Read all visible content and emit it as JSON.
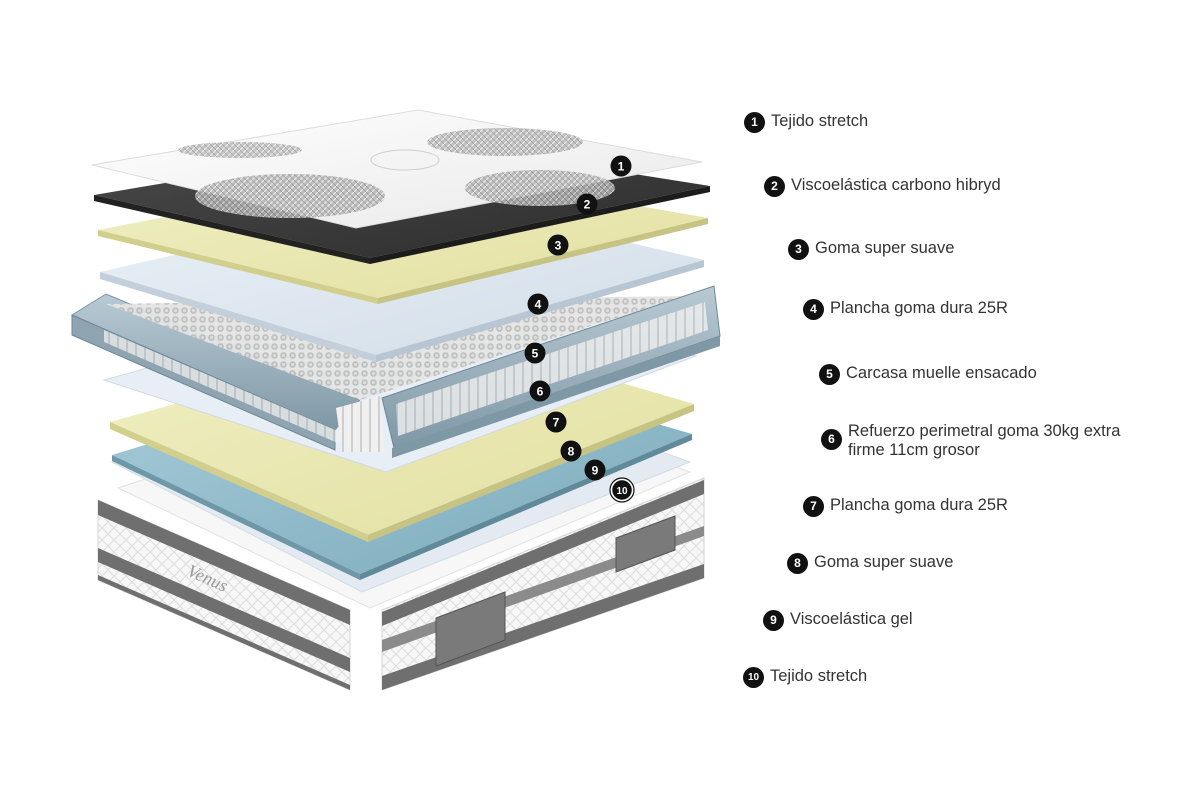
{
  "brand": "Venus",
  "colors": {
    "layer1": "#f2f2f2",
    "layer2": "#3d3d3d",
    "layer3": "#ecebb8",
    "layer4": "#e3ebf3",
    "layer5": "#e9e9e9",
    "layer6": "#9eb4c1",
    "layer7": "#e9e6ad",
    "layer8": "#8fb9c9",
    "layer9": "#e2e8f0",
    "layer10": "#f4f4f4",
    "marker": "#111111",
    "text": "#333333"
  },
  "layers": [
    {
      "number": "1",
      "label": "Tejido stretch"
    },
    {
      "number": "2",
      "label": "Viscoelástica carbono hibryd"
    },
    {
      "number": "3",
      "label": "Goma super suave"
    },
    {
      "number": "4",
      "label": "Plancha goma dura 25R"
    },
    {
      "number": "5",
      "label": "Carcasa muelle ensacado"
    },
    {
      "number": "6",
      "label": "Refuerzo perimetral goma 30kg extra firme 11cm grosor"
    },
    {
      "number": "7",
      "label": "Plancha goma dura 25R"
    },
    {
      "number": "8",
      "label": "Goma super suave"
    },
    {
      "number": "9",
      "label": "Viscoelástica gel"
    },
    {
      "number": "10",
      "label": "Tejido stretch"
    }
  ]
}
